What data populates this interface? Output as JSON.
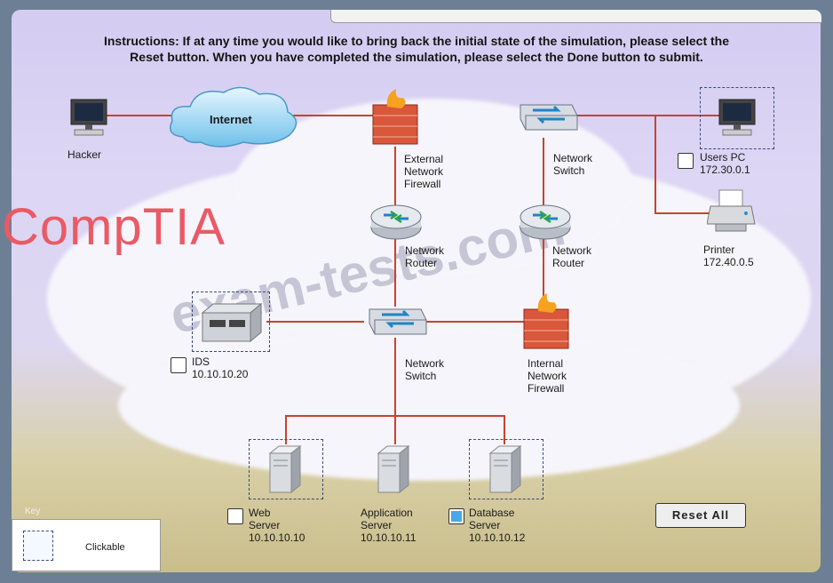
{
  "instructions": {
    "line1": "Instructions: If at any time you would like to bring back the initial state of the simulation, please select the",
    "line2": "Reset button. When you have completed the simulation, please select the Done button to submit."
  },
  "brand": "CompTIA",
  "watermark": "exam-tests.com",
  "nodes": {
    "hacker": {
      "label": "Hacker"
    },
    "internet": {
      "label": "Internet"
    },
    "external_firewall": {
      "line1": "External",
      "line2": "Network",
      "line3": "Firewall"
    },
    "top_switch": {
      "line1": "Network",
      "line2": "Switch"
    },
    "users_pc": {
      "line1": "Users PC",
      "line2": "172.30.0.1",
      "checked": false
    },
    "printer": {
      "line1": "Printer",
      "line2": "172.40.0.5"
    },
    "router_left": {
      "line1": "Network",
      "line2": "Router"
    },
    "router_right": {
      "line1": "Network",
      "line2": "Router"
    },
    "ids": {
      "line1": "IDS",
      "line2": "10.10.10.20",
      "checked": false
    },
    "core_switch": {
      "line1": "Network",
      "line2": "Switch"
    },
    "internal_firewall": {
      "line1": "Internal",
      "line2": "Network",
      "line3": "Firewall"
    },
    "web_server": {
      "line1": "Web",
      "line2": "Server",
      "line3": "10.10.10.10",
      "checked": false
    },
    "app_server": {
      "line1": "Application",
      "line2": "Server",
      "line3": "10.10.10.11"
    },
    "db_server": {
      "line1": "Database",
      "line2": "Server",
      "line3": "10.10.10.12",
      "checked": true
    }
  },
  "buttons": {
    "reset": "Reset All"
  },
  "key": {
    "title": "Key",
    "clickable": "Clickable"
  },
  "colors": {
    "link": "#c8432c",
    "check_on": "#4aa8e8"
  }
}
